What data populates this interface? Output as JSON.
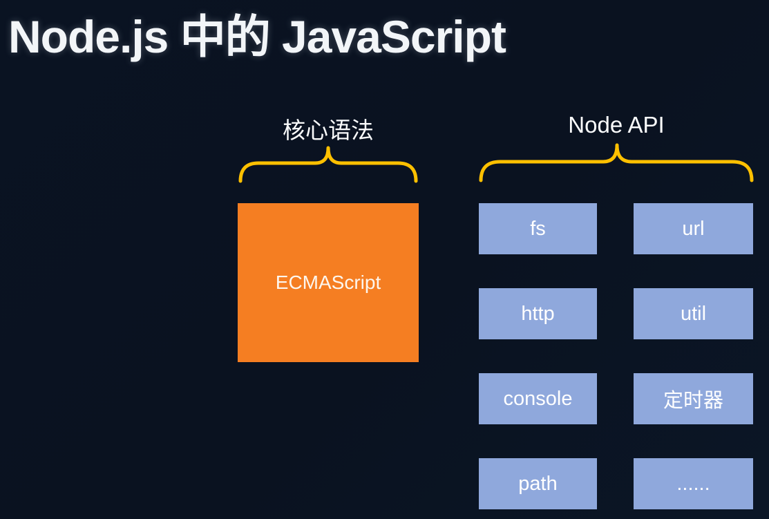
{
  "slide": {
    "title": "Node.js 中的 JavaScript"
  },
  "core_syntax": {
    "label": "核心语法",
    "box_label": "ECMAScript"
  },
  "node_api": {
    "label": "Node API",
    "items": [
      "fs",
      "url",
      "http",
      "util",
      "console",
      "定时器",
      "path",
      "......"
    ]
  },
  "colors": {
    "background": "#0A1322",
    "title_text": "#F2F5F8",
    "ecmascript_box": "#F57E22",
    "api_box": "#8FA8DC",
    "brace": "#FFC000",
    "box_text": "#FFFFFF"
  },
  "icons": {
    "core_brace": "curly-brace-up",
    "node_api_brace": "curly-brace-up"
  }
}
